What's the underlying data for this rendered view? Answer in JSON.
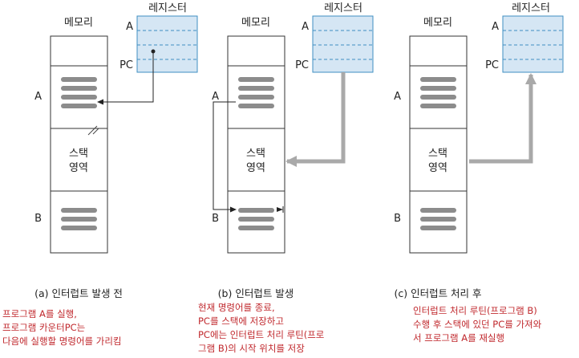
{
  "labels": {
    "memory": "메모리",
    "register": "레지스터",
    "reg_a": "A",
    "reg_pc": "PC",
    "prog_a": "A",
    "prog_b": "B",
    "stack_line1": "스택",
    "stack_line2": "영역"
  },
  "panels": [
    {
      "caption": "(a) 인터럽트 발생 전",
      "note": [
        "프로그램 A를 실행,",
        "프로그램 카운터PC는",
        "다음에 실행할 명령어를 가리킴"
      ]
    },
    {
      "caption": "(b) 인터럽트 발생",
      "note": [
        "현재 명령어를 종료,",
        "PC를 스택에 저장하고",
        "PC에는 인터럽트 처리 루틴(프로",
        "그램 B)의 시작 위치를 저장"
      ]
    },
    {
      "caption": "(c) 인터럽트 처리 후",
      "note": [
        "인터럽트 처리 루틴(프로그램 B)",
        "수행 후 스택에 있던 PC를 가져와",
        "서 프로그램 A를 재실행"
      ]
    }
  ],
  "colors": {
    "register_fill": "#d5e6f4",
    "register_dash": "#3f8fc2",
    "instruction_bar": "#8c8c8c",
    "gray_arrow": "#a9a9a9",
    "note_text": "#c0282d"
  }
}
